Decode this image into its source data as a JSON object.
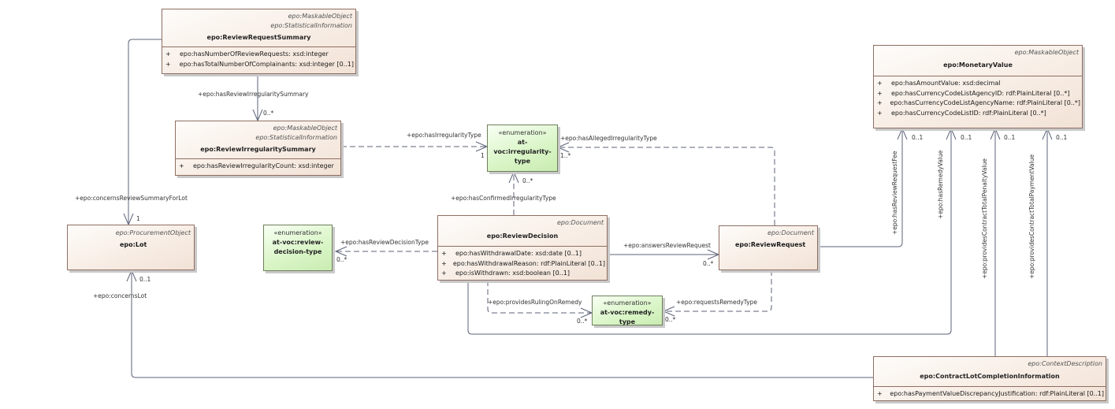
{
  "classes": {
    "reviewRequestSummary": {
      "stereotypes": [
        "epo:MaskableObject",
        "epo:StatisticalInformation"
      ],
      "name": "epo:ReviewRequestSummary",
      "attributes": [
        {
          "vis": "+",
          "text": "epo:hasNumberOfReviewRequests: xsd:integer"
        },
        {
          "vis": "+",
          "text": "epo:hasTotalNumberOfComplainants: xsd:integer [0..1]"
        }
      ]
    },
    "reviewIrregularitySummary": {
      "stereotypes": [
        "epo:MaskableObject",
        "epo:StatisticalInformation"
      ],
      "name": "epo:ReviewIrregularitySummary",
      "attributes": [
        {
          "vis": "+",
          "text": "epo:hasReviewIrregularityCount: xsd:integer"
        }
      ]
    },
    "lot": {
      "stereotypes": [
        "epo:ProcurementObject"
      ],
      "name": "epo:Lot"
    },
    "reviewDecision": {
      "stereotypes": [
        "epo:Document"
      ],
      "name": "epo:ReviewDecision",
      "attributes": [
        {
          "vis": "+",
          "text": "epo:hasWithdrawalDate: xsd:date [0..1]"
        },
        {
          "vis": "+",
          "text": "epo:hasWithdrawalReason: rdf:PlainLiteral [0..1]"
        },
        {
          "vis": "+",
          "text": "epo:isWithdrawn: xsd:boolean [0..1]"
        }
      ]
    },
    "reviewRequest": {
      "stereotypes": [
        "epo:Document"
      ],
      "name": "epo:ReviewRequest"
    },
    "monetaryValue": {
      "stereotypes": [
        "epo:MaskableObject"
      ],
      "name": "epo:MonetaryValue",
      "attributes": [
        {
          "vis": "+",
          "text": "epo:hasAmountValue: xsd:decimal"
        },
        {
          "vis": "+",
          "text": "epo:hasCurrencyCodeListAgencyID: rdf:PlainLiteral [0..*]"
        },
        {
          "vis": "+",
          "text": "epo:hasCurrencyCodeListAgencyName: rdf:PlainLiteral [0..*]"
        },
        {
          "vis": "+",
          "text": "epo:hasCurrencyCodeListID: rdf:PlainLiteral [0..*]"
        }
      ]
    },
    "contractLotCompletionInformation": {
      "stereotypes": [
        "epo:ContextDescription"
      ],
      "name": "epo:ContractLotCompletionInformation",
      "attributes": [
        {
          "vis": "+",
          "text": "epo:hasPaymentValueDiscrepancyJustification: rdf:PlainLiteral [0..1]"
        }
      ]
    }
  },
  "enumerations": {
    "irregularityType": {
      "stereotype": "«enumeration»",
      "name_line1": "at-voc:irregularity-",
      "name_line2": "type"
    },
    "reviewDecisionType": {
      "stereotype": "«enumeration»",
      "name_line1": "at-voc:review-",
      "name_line2": "decision-type"
    },
    "remedyType": {
      "stereotype": "«enumeration»",
      "name_line1": "at-voc:remedy-type"
    }
  },
  "associations": {
    "hasReviewIrregularitySummary": {
      "role": "+epo:hasReviewIrregularitySummary",
      "mult": "0..*"
    },
    "concernsReviewSummaryForLot": {
      "role": "+epo:concernsReviewSummaryForLot",
      "mult": "1"
    },
    "concernsLot": {
      "role": "+epo:concernsLot",
      "mult": "0..1"
    },
    "hasIrregularityType": {
      "role": "+epo:hasIrregularityType",
      "mult": "1"
    },
    "hasAllegedIrregularityType": {
      "role": "+epo:hasAllegedIrregularityType",
      "mult": "1..*"
    },
    "hasConfirmedIrregularityType": {
      "role": "+epo:hasConfirmedIrregularityType",
      "mult": "0..*"
    },
    "hasReviewDecisionType": {
      "role": "+epo:hasReviewDecisionType",
      "mult": "0..*"
    },
    "answersReviewRequest": {
      "role": "+epo:answersReviewRequest",
      "mult": "0..*"
    },
    "providesRulingOnRemedy": {
      "role": "+epo:providesRulingOnRemedy",
      "mult": "0..*"
    },
    "requestsRemedyType": {
      "role": "+epo:requestsRemedyType",
      "mult": "0..*"
    },
    "hasReviewRequestFee": {
      "role": "+epo:hasReviewRequestFee",
      "mult": "0..1"
    },
    "hasRemedyValue": {
      "role": "+epo:hasRemedyValue",
      "mult": "0..1"
    },
    "providesContractTotalPenaltyValue": {
      "role": "+epo:providesContractTotalPenaltyValue",
      "mult": "0..1"
    },
    "providesContractTotalPaymentValue": {
      "role": "+epo:providesContractTotalPaymentValue",
      "mult": "0..1"
    }
  },
  "colors": {
    "class_border": "#8f6e62",
    "enum_border": "#6f7f5c",
    "connector": "#5c6378"
  }
}
